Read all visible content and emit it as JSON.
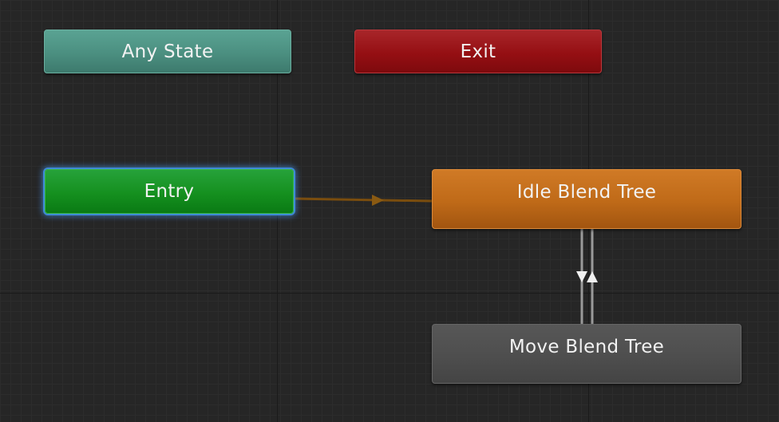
{
  "states": {
    "any_state": {
      "label": "Any State",
      "color": "#4b8f80"
    },
    "exit": {
      "label": "Exit",
      "color": "#950f13"
    },
    "entry": {
      "label": "Entry",
      "color": "#15901f",
      "selected": true,
      "highlight_color": "#3e8ad6"
    },
    "idle_blend_tree": {
      "label": "Idle Blend Tree",
      "color": "#bf6a18",
      "default_state": true
    },
    "move_blend_tree": {
      "label": "Move Blend Tree",
      "color": "#4e4e4e"
    }
  },
  "transitions": [
    {
      "from": "Entry",
      "to": "Idle Blend Tree",
      "color": "#8a5a12"
    },
    {
      "from": "Idle Blend Tree",
      "to": "Move Blend Tree",
      "color": "#bdbdbd"
    },
    {
      "from": "Move Blend Tree",
      "to": "Idle Blend Tree",
      "color": "#bdbdbd"
    }
  ],
  "canvas": {
    "background_color": "#262626",
    "grid": true
  }
}
